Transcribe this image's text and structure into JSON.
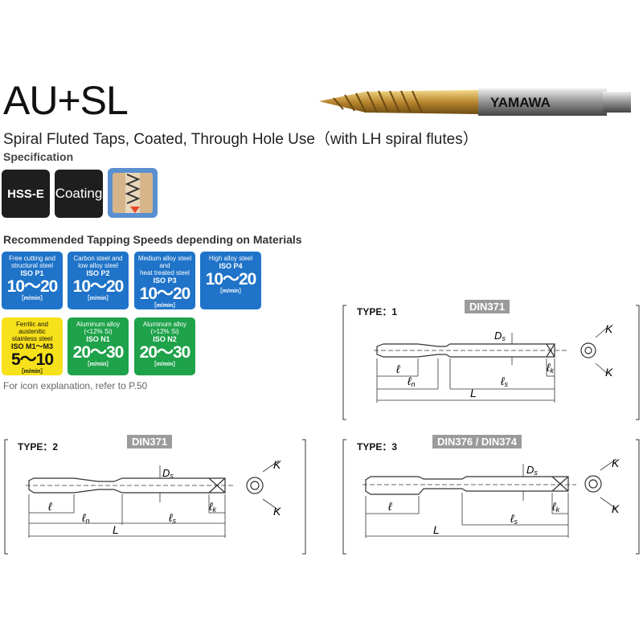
{
  "header": {
    "title": "AU+SL",
    "subtitle": "Spiral Fluted Taps, Coated, Through Hole Use（with LH spiral flutes）",
    "brand_on_tap": "YAMAWA"
  },
  "specification": {
    "label": "Specification",
    "badges": [
      "HSS-E",
      "Coating"
    ],
    "icon": "through-hole-icon"
  },
  "speeds": {
    "heading": "Recommended Tapping Speeds depending on Materials",
    "tiles": [
      {
        "material": "Free cutting and\nstructural steel",
        "iso": "ISO P1",
        "speed": "10～20",
        "unit": "［m/min］",
        "color": "#1f73c8"
      },
      {
        "material": "Carbon steel and\nlow alloy steel",
        "iso": "ISO P2",
        "speed": "10～20",
        "unit": "［m/min］",
        "color": "#1f73c8"
      },
      {
        "material": "Medium alloy steel and\nheat treated steel",
        "iso": "ISO P3",
        "speed": "10～20",
        "unit": "［m/min］",
        "color": "#1f73c8"
      },
      {
        "material": "High alloy steel",
        "iso": "ISO P4",
        "speed": "10～20",
        "unit": "［m/min］",
        "color": "#1f73c8"
      },
      {
        "material": "Ferritic and austenitic\nstainless steel",
        "iso": "ISO M1～M3",
        "speed": "5～10",
        "unit": "［m/min］",
        "color": "#f7e11a"
      },
      {
        "material": "Aluminum alloy\n(<12% Si)",
        "iso": "ISO N1",
        "speed": "20～30",
        "unit": "［m/min］",
        "color": "#1ea24a"
      },
      {
        "material": "Aluminum alloy\n(>12% Si)",
        "iso": "ISO N2",
        "speed": "20～30",
        "unit": "［m/min］",
        "color": "#1ea24a"
      }
    ],
    "note": "For icon explanation, refer to P.50"
  },
  "types": [
    {
      "label": "TYPE：1",
      "standard": "DIN371"
    },
    {
      "label": "TYPE：2",
      "standard": "DIN371"
    },
    {
      "label": "TYPE：3",
      "standard": "DIN376 / DIN374"
    }
  ],
  "dims": {
    "ds": "D",
    "ds_sub": "s",
    "l": "ℓ",
    "ln_sub": "n",
    "ls_sub": "s",
    "lk_sub": "k",
    "L": "L",
    "K": "K"
  }
}
